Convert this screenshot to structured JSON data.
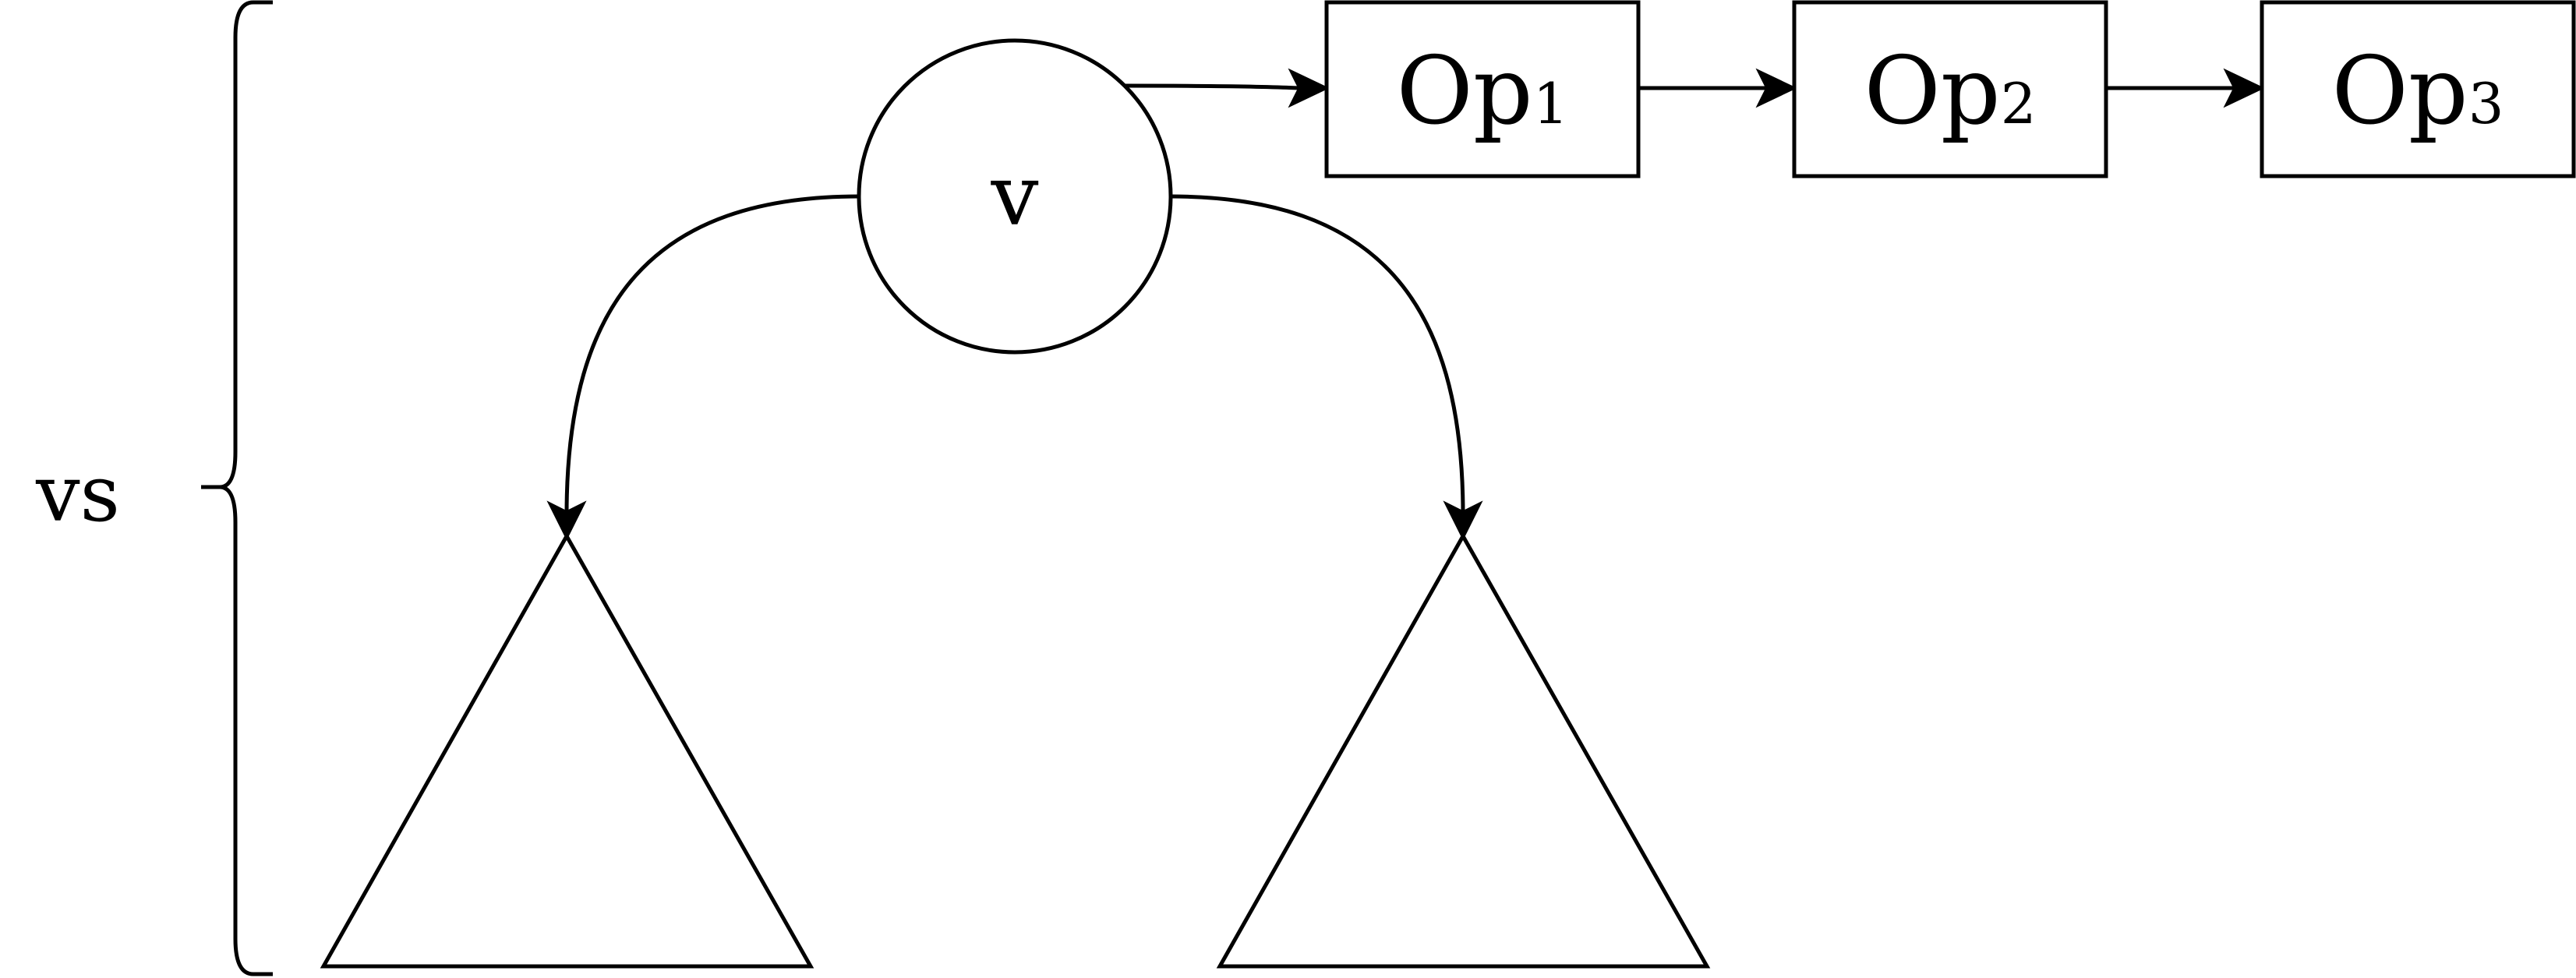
{
  "node": {
    "label": "v"
  },
  "brace_label": "vs",
  "ops": [
    {
      "name": "Op",
      "subscript": "1"
    },
    {
      "name": "Op",
      "subscript": "2"
    },
    {
      "name": "Op",
      "subscript": "3"
    }
  ],
  "colors": {
    "stroke": "#000000",
    "background": "#ffffff"
  }
}
